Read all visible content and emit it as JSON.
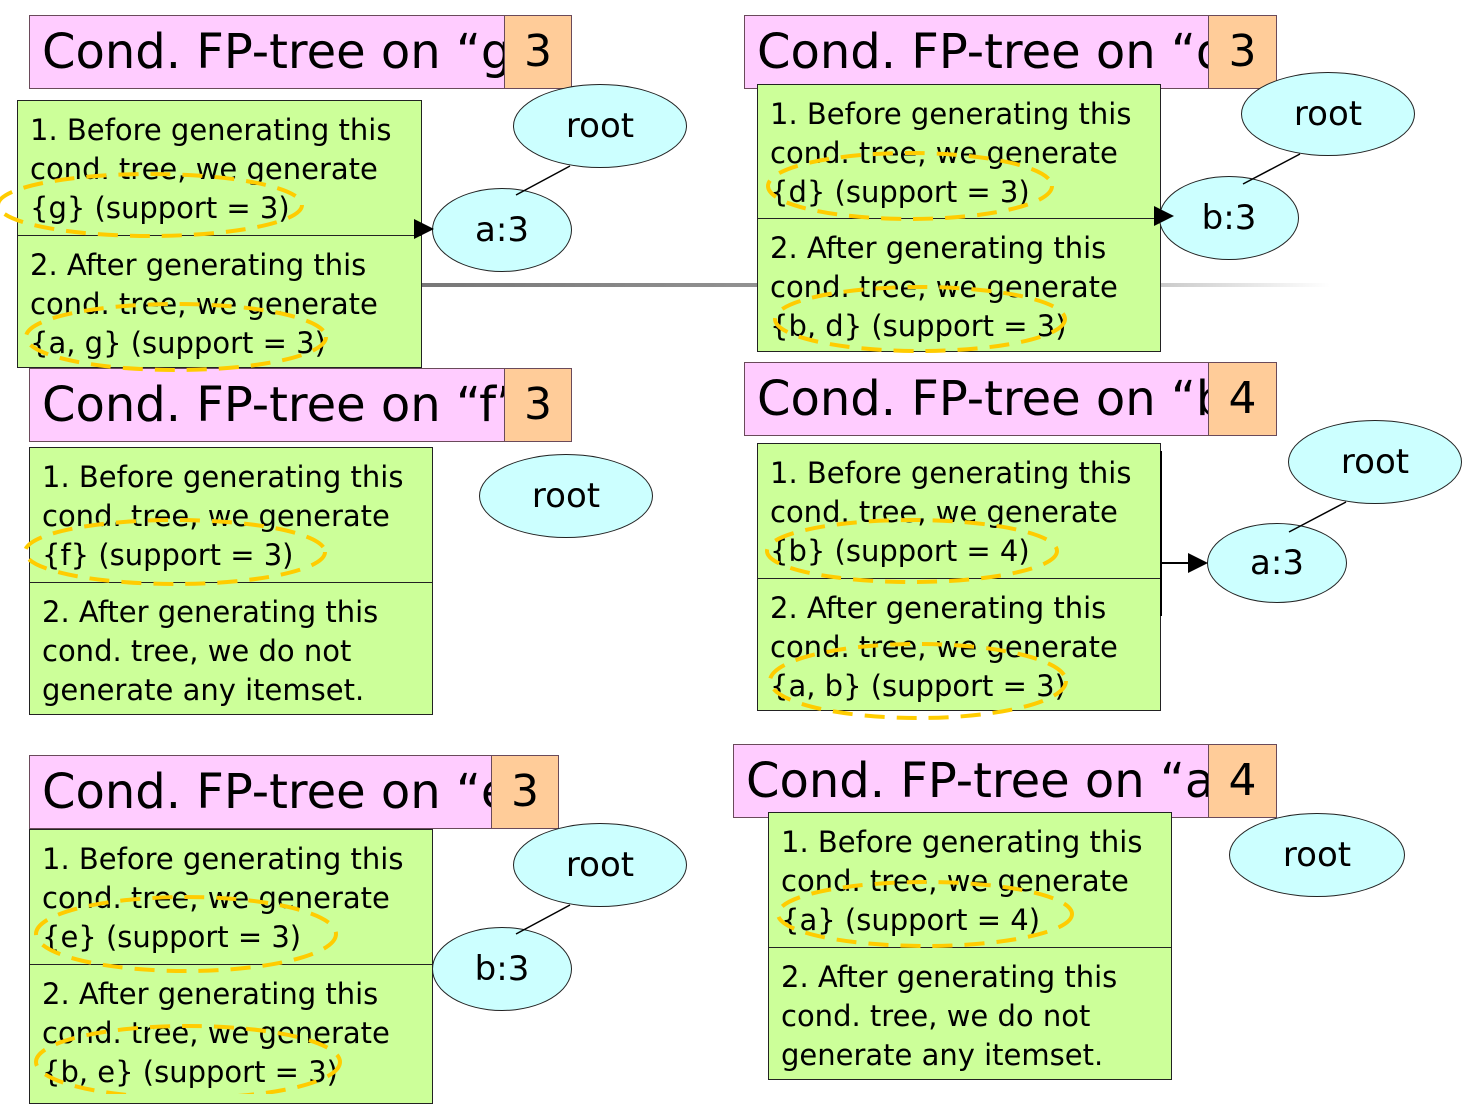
{
  "panels": {
    "g": {
      "title": "Cond. FP-tree on “g”",
      "count": "3",
      "before": [
        "1. Before generating this",
        "cond. tree, we generate",
        "{g} (support = 3)"
      ],
      "after": [
        "2. After generating this",
        "cond. tree, we generate",
        "{a, g} (support = 3)"
      ],
      "root": "root",
      "child": "a:3"
    },
    "f": {
      "title": "Cond. FP-tree on “f”",
      "count": "3",
      "before": [
        "1. Before generating this",
        "cond. tree, we generate",
        "{f} (support = 3)"
      ],
      "after": [
        "2. After generating this",
        "cond. tree, we do not",
        "generate any itemset."
      ],
      "root": "root"
    },
    "e": {
      "title": "Cond. FP-tree on “e”",
      "count": "3",
      "before": [
        "1. Before generating this",
        "cond. tree, we generate",
        "{e} (support = 3)"
      ],
      "after": [
        "2. After generating this",
        "cond. tree, we generate",
        "{b, e} (support = 3)"
      ],
      "root": "root",
      "child": "b:3"
    },
    "d": {
      "title": "Cond. FP-tree on “d”",
      "count": "3",
      "before": [
        "1. Before generating this",
        "cond. tree, we generate",
        "{d} (support = 3)"
      ],
      "after": [
        "2. After generating this",
        "cond. tree, we generate",
        "{b, d} (support = 3)"
      ],
      "root": "root",
      "child": "b:3"
    },
    "b": {
      "title": "Cond. FP-tree on “b”",
      "count": "4",
      "before": [
        "1. Before generating this",
        "cond. tree, we generate",
        "{b} (support = 4)"
      ],
      "after": [
        "2. After generating this",
        "cond. tree, we generate",
        "{a, b} (support = 3)"
      ],
      "root": "root",
      "child": "a:3"
    },
    "a": {
      "title": "Cond. FP-tree on “a”",
      "count": "4",
      "before": [
        "1. Before generating this",
        "cond. tree, we generate",
        "{a} (support = 4)"
      ],
      "after": [
        "2. After generating this",
        "cond. tree, we do not",
        "generate any itemset."
      ],
      "root": "root"
    }
  },
  "colors": {
    "title_bg": "#ffccff",
    "count_bg": "#ffcc99",
    "note_bg": "#ccff99",
    "node_bg": "#ccffff",
    "highlight": "#ffcc00"
  }
}
